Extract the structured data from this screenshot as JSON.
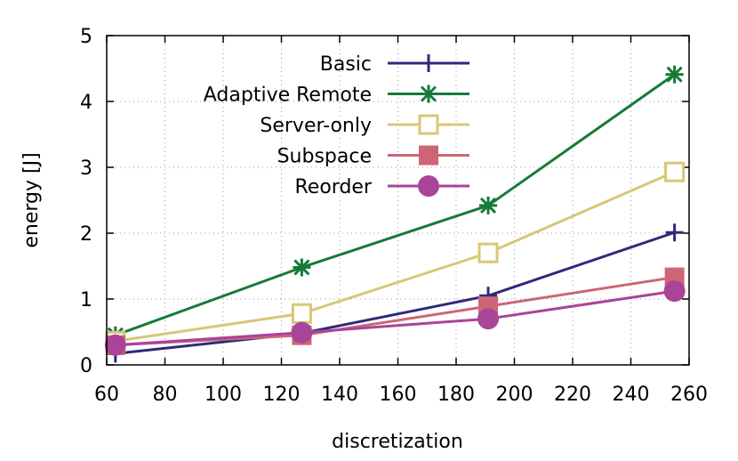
{
  "chart_data": {
    "type": "line",
    "xlabel": "discretization",
    "ylabel": "energy [J]",
    "xlim": [
      60,
      260
    ],
    "ylim": [
      0,
      5
    ],
    "xticks": [
      60,
      80,
      100,
      120,
      140,
      160,
      180,
      200,
      220,
      240,
      260
    ],
    "yticks": [
      0,
      1,
      2,
      3,
      4,
      5
    ],
    "grid": true,
    "legend_position": "top-center",
    "x": [
      63,
      127,
      191,
      255
    ],
    "series": [
      {
        "name": "Basic",
        "color": "#2e2a7a",
        "marker": "plus",
        "values": [
          0.17,
          0.48,
          1.05,
          2.01
        ]
      },
      {
        "name": "Adaptive Remote",
        "color": "#167a37",
        "marker": "asterisk",
        "values": [
          0.45,
          1.48,
          2.42,
          4.41
        ]
      },
      {
        "name": "Server-only",
        "color": "#d8c776",
        "marker": "open-square",
        "values": [
          0.36,
          0.78,
          1.7,
          2.93
        ]
      },
      {
        "name": "Subspace",
        "color": "#cc6677",
        "marker": "filled-square",
        "values": [
          0.3,
          0.45,
          0.89,
          1.33
        ]
      },
      {
        "name": "Reorder",
        "color": "#aa4499",
        "marker": "filled-circle",
        "values": [
          0.3,
          0.49,
          0.7,
          1.12
        ]
      }
    ]
  }
}
